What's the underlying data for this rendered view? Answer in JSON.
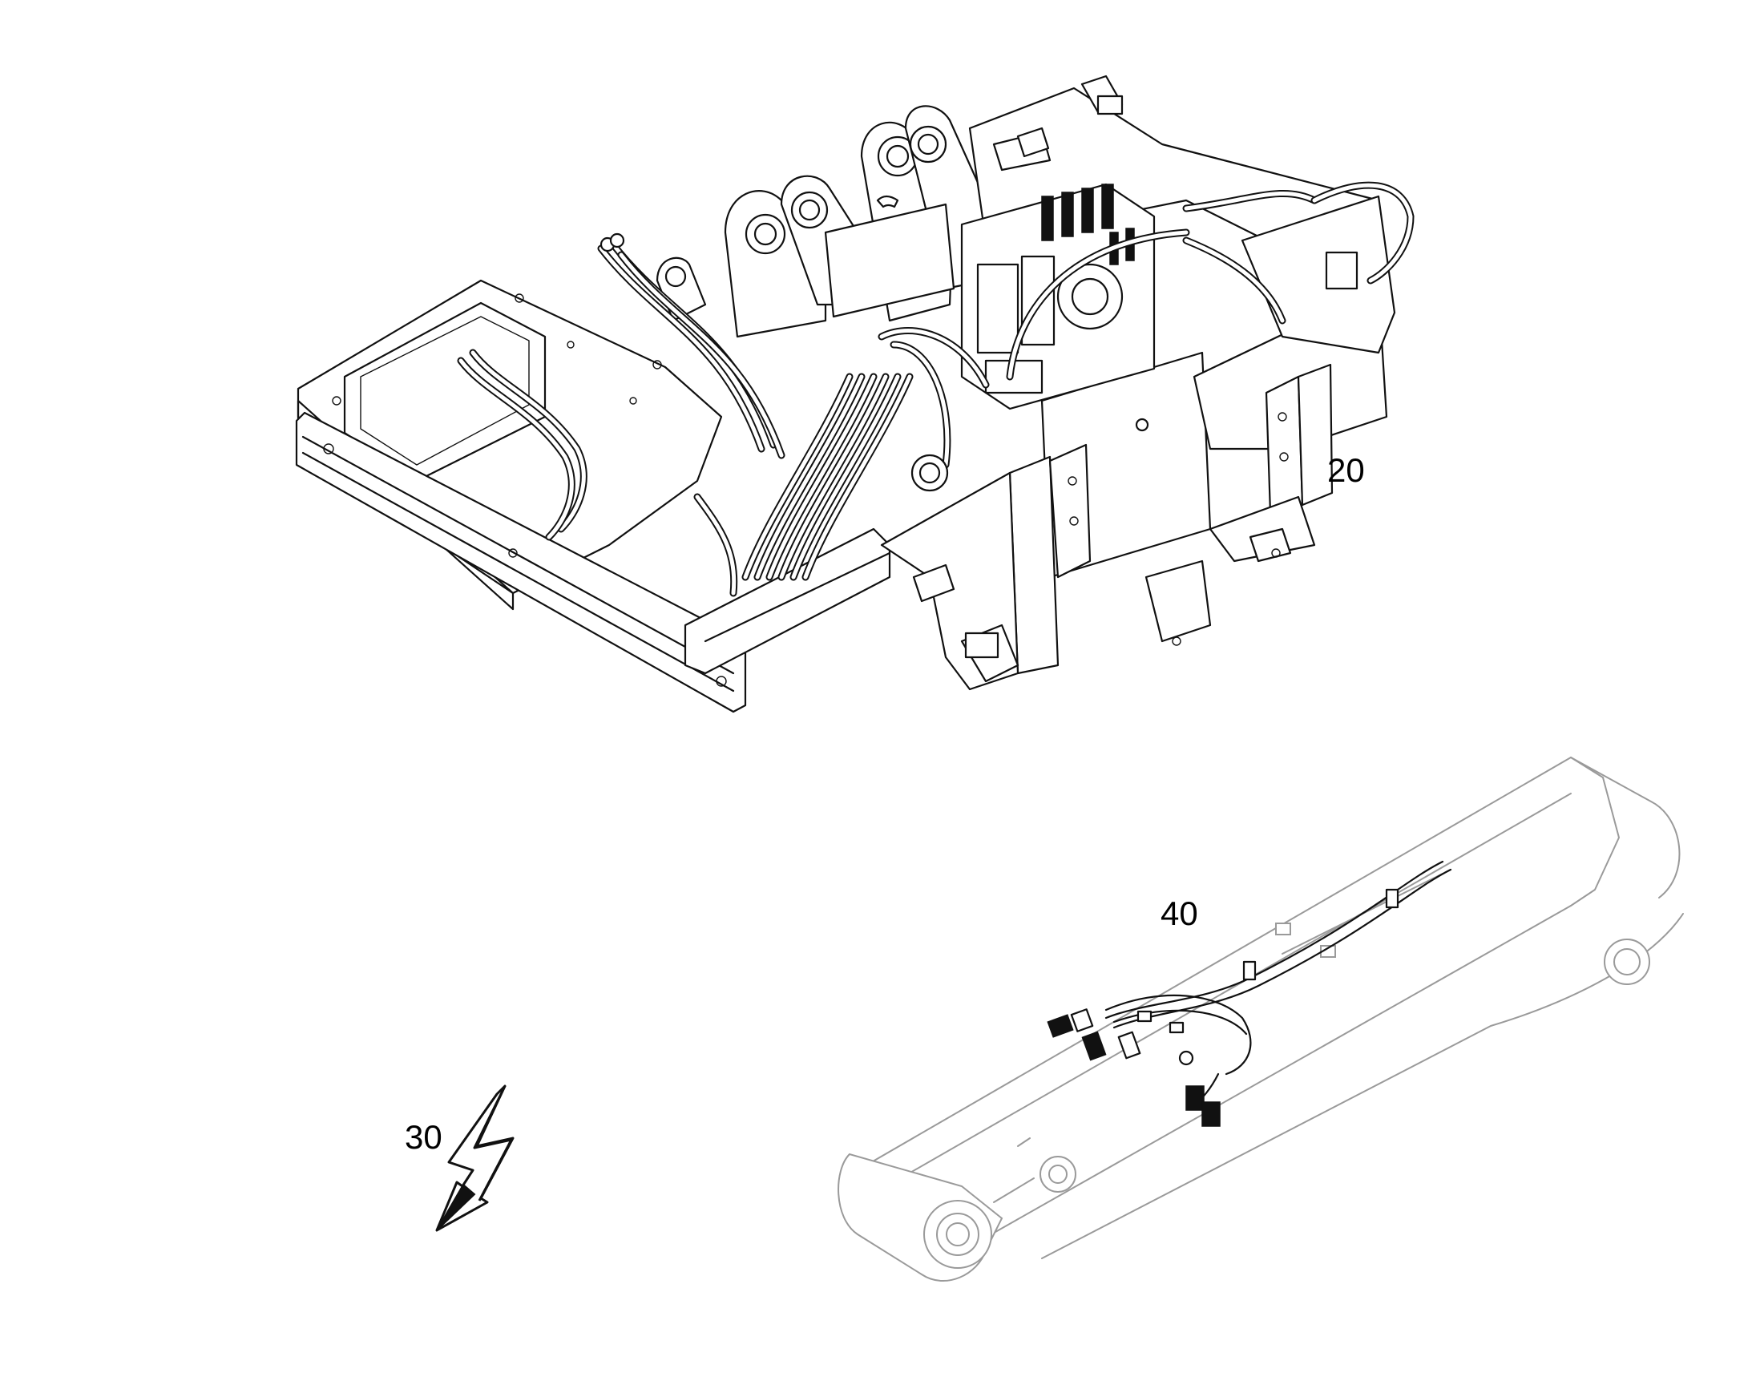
{
  "callouts": {
    "item_20": "20",
    "item_30": "30",
    "item_40": "40"
  },
  "icons": {
    "lightning": "electrical-symbol-icon"
  }
}
